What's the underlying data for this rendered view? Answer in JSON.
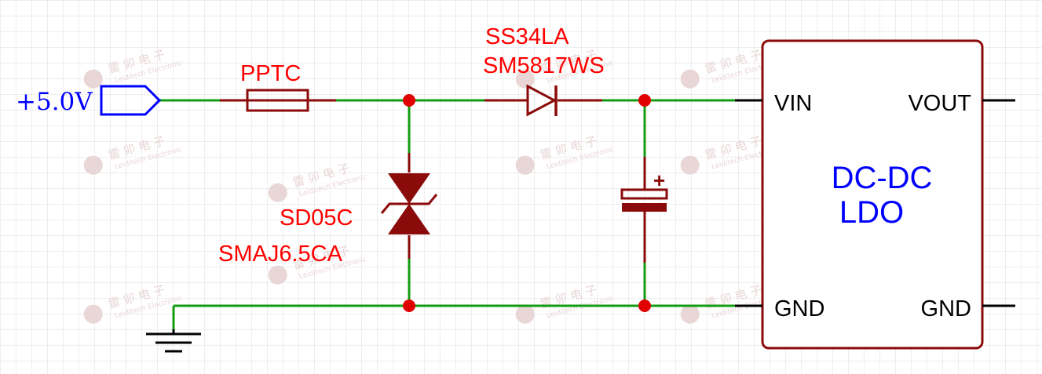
{
  "colors": {
    "wire": "#139c13",
    "component": "#8b0a0a",
    "component_label": "#ff0000",
    "net_label": "#0000ff",
    "junction": "#e00000",
    "pin_line": "#000000",
    "grid": "#dedede",
    "watermark": "#e9d6d6"
  },
  "net_label": {
    "text": "+5.0V"
  },
  "components": {
    "fuse": {
      "label": "PPTC"
    },
    "diode": {
      "label_1": "SS34LA",
      "label_2": "SM5817WS"
    },
    "tvs": {
      "label_1": "SD05C",
      "label_2": "SMAJ6.5CA"
    },
    "capacitor": {
      "polarity": "+"
    },
    "ground": {
      "icon": "ground-icon"
    }
  },
  "module": {
    "title_1": "DC-DC",
    "title_2": "LDO",
    "pins": {
      "vin": "VIN",
      "vout": "VOUT",
      "gnd_left": "GND",
      "gnd_right": "GND"
    }
  },
  "watermark": {
    "cn": "雷 卯 电 子",
    "en": "Leiditech Electronic"
  }
}
